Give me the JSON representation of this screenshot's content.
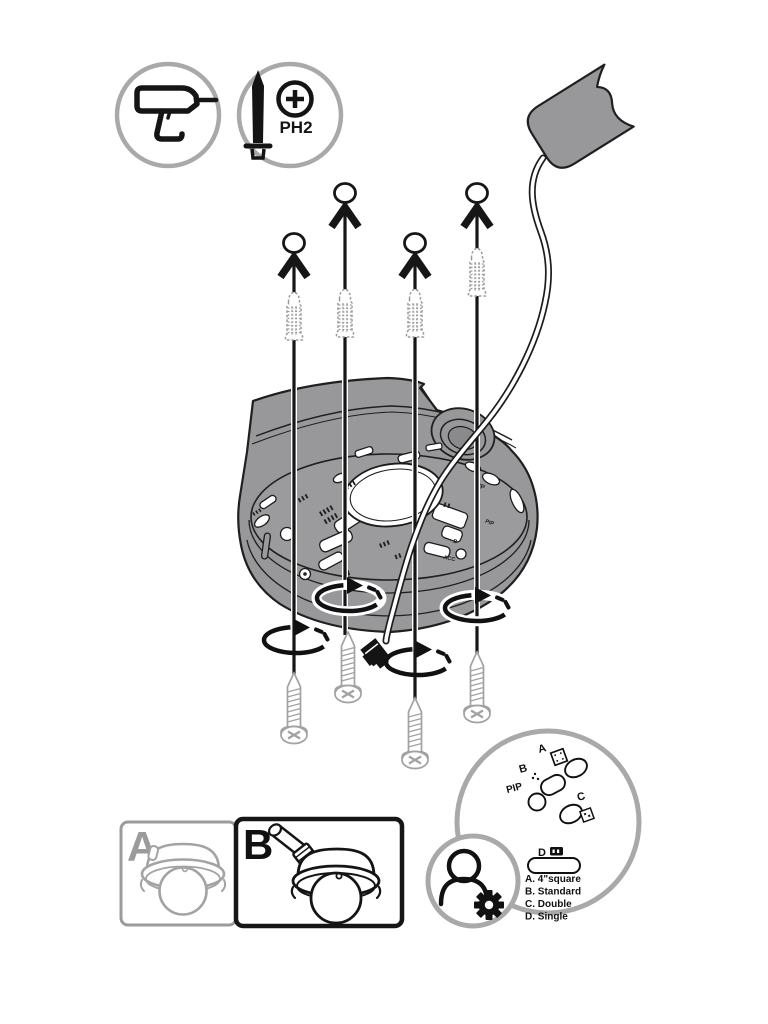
{
  "tools": {
    "ph2_label": "PH2"
  },
  "camera_options": {
    "option_a": "A",
    "option_b": "B"
  },
  "mount_patterns": {
    "label_a": "A",
    "label_b": "B",
    "label_pip": "PIP",
    "label_c": "C",
    "label_d": "D",
    "legend": [
      "A. 4\"square",
      "B. Standard",
      "C. Double",
      "D. Single"
    ]
  },
  "bracket_markings": {
    "pip": "PIP",
    "acc": "ACC",
    "b": "B"
  },
  "colors": {
    "bracket_gray": "#98989b",
    "ring_gray": "#a9a9a9",
    "outline": "#1c1c1c",
    "screw_gray": "#a2a2a2",
    "anchor_gray": "#9b9b9b"
  }
}
